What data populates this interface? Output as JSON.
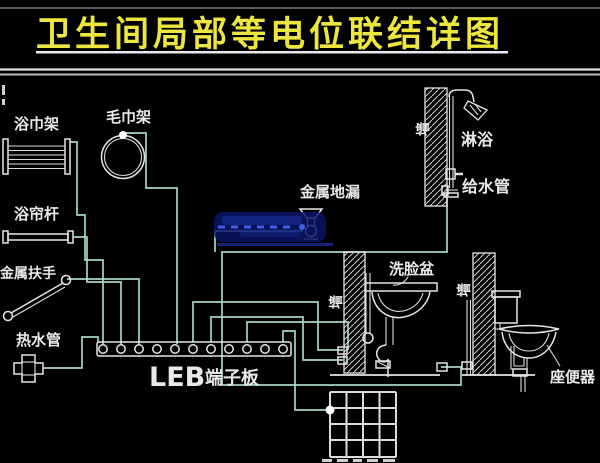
{
  "title": {
    "text": "卫生间局部等电位联结详图"
  },
  "labels": {
    "bath_towel_rack": "浴巾架",
    "towel_ring": "毛巾架",
    "curtain_rod": "浴帘杆",
    "metal_handrail": "金属扶手",
    "hot_water_pipe": "热水管",
    "leb_latin": "LEB",
    "leb_board": "端子板",
    "metal_floor_drain": "金属地漏",
    "wall": "墙",
    "shower": "淋浴",
    "water_supply_pipe": "给水管",
    "wash_basin": "洗脸盆",
    "toilet": "座便器"
  },
  "colors": {
    "background": "#000000",
    "drawing_white": "#e8e8e8",
    "bonding_conductor_teal": "#a5d5c9",
    "title_yellow": "#ece63e",
    "watermark_blue": "#2a3fd0"
  },
  "terminal_count": 11
}
